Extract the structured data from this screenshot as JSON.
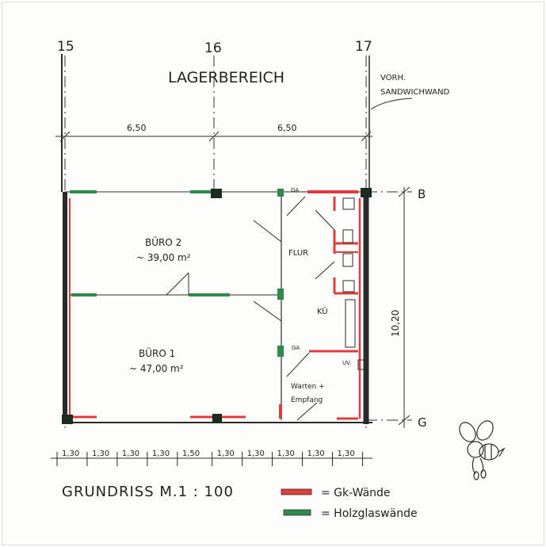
{
  "axes": {
    "a15": "15",
    "a16": "16",
    "a17": "17",
    "row_b": "B",
    "row_g": "G"
  },
  "area_label": "LAGERBEREICH",
  "note": {
    "line1": "VORH.",
    "line2": "SANDWICHWAND"
  },
  "top_dimensions": [
    "6,50",
    "6,50"
  ],
  "side_dimension": "10,20",
  "bottom_dimensions": [
    "1,30",
    "1,30",
    "1,30",
    "1,30",
    "1,50",
    "1,30",
    "1,30",
    "1,30",
    "1,30",
    "1,30"
  ],
  "rooms": {
    "buero2": {
      "name": "BÜRO 2",
      "area": "~ 39,00 m²"
    },
    "buero1": {
      "name": "BÜRO 1",
      "area": "~ 47,00 m²"
    },
    "flur": "FLUR",
    "kueche": "KÜ",
    "warten": {
      "line1": "Warten +",
      "line2": "Empfang"
    },
    "ga1": "GA",
    "ga2": "GA",
    "uv": "UV."
  },
  "title": "GRUNDRISS  M.1 : 100",
  "legend": [
    {
      "label": "= Gk-Wände",
      "color": "#e23b3b"
    },
    {
      "label": "= Holzglaswände",
      "color": "#2f8a4a"
    }
  ]
}
